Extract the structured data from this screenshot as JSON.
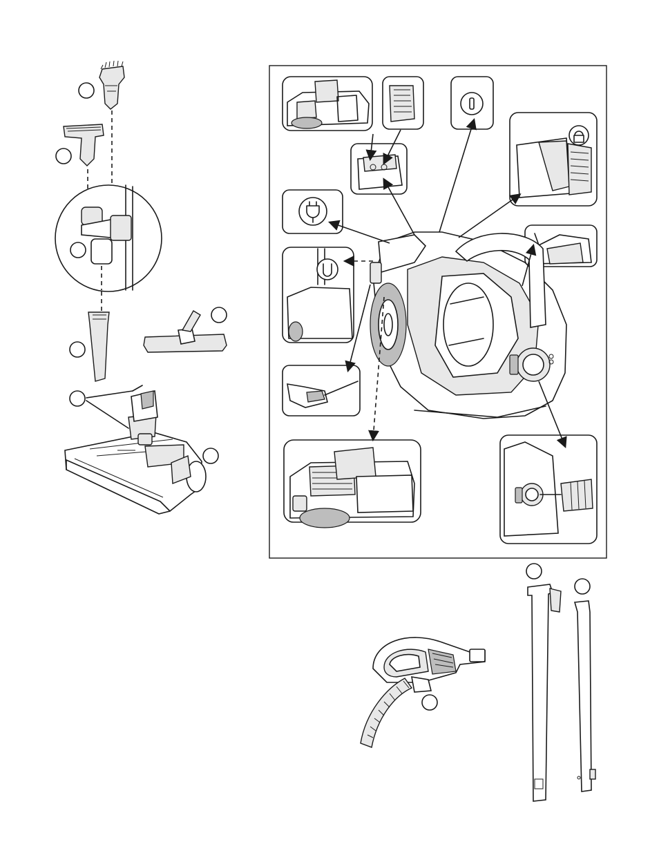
{
  "diagram": {
    "kind": "vacuum parts and features diagram",
    "callout_count": 10,
    "inset_count": 11,
    "callouts_have_text": false,
    "symbols": [
      "power-plug-symbol",
      "switch-off-symbol",
      "cord-rewind-symbol",
      "filter-lock-symbol"
    ]
  }
}
